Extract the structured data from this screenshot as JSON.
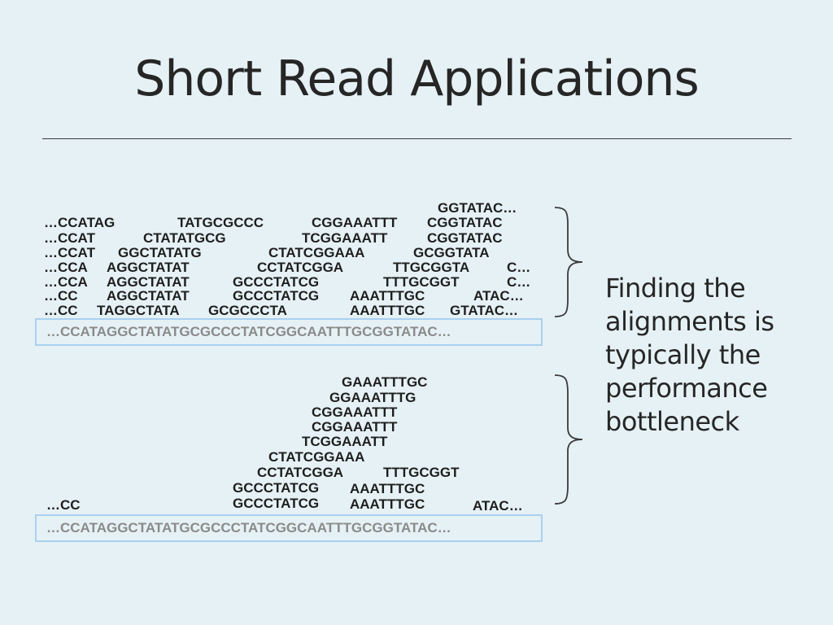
{
  "title": "Short Read Applications",
  "caption": "Finding the alignments is typically the performance bottleneck",
  "reference_sequence": "…CCATAGGCTATATGCGCCCTATCGGCAATTTGCGGTATAC…",
  "top_reads": [
    "GGTATAC…",
    "…CCATAG",
    "TATGCGCCC",
    "CGGAAATTT",
    "CGGTATAC",
    "…CCAT",
    "CTATATGCG",
    "TCGGAAATT",
    "CGGTATAC",
    "…CCAT",
    "GGCTATATG",
    "CTATCGGAAA",
    "GCGGTATA",
    "…CCA",
    "AGGCTATAT",
    "CCTATCGGA",
    "TTGCGGTA",
    "C…",
    "…CCA",
    "AGGCTATAT",
    "GCCCTATCG",
    "TTTGCGGT",
    "C…",
    "…CC",
    "AGGCTATAT",
    "GCCCTATCG",
    "AAATTTGC",
    "ATAC…",
    "…CC",
    "TAGGCTATA",
    "GCGCCCTA",
    "AAATTTGC",
    "GTATAC…"
  ],
  "bottom_reads": [
    "GAAATTTGC",
    "GGAAATTTG",
    "CGGAAATTT",
    "CGGAAATTT",
    "TCGGAAATT",
    "CTATCGGAAA",
    "CCTATCGGA",
    "TTTGCGGT",
    "GCCCTATCG",
    "AAATTTGC",
    "…CC",
    "GCCCTATCG",
    "AAATTTGC",
    "ATAC…"
  ]
}
